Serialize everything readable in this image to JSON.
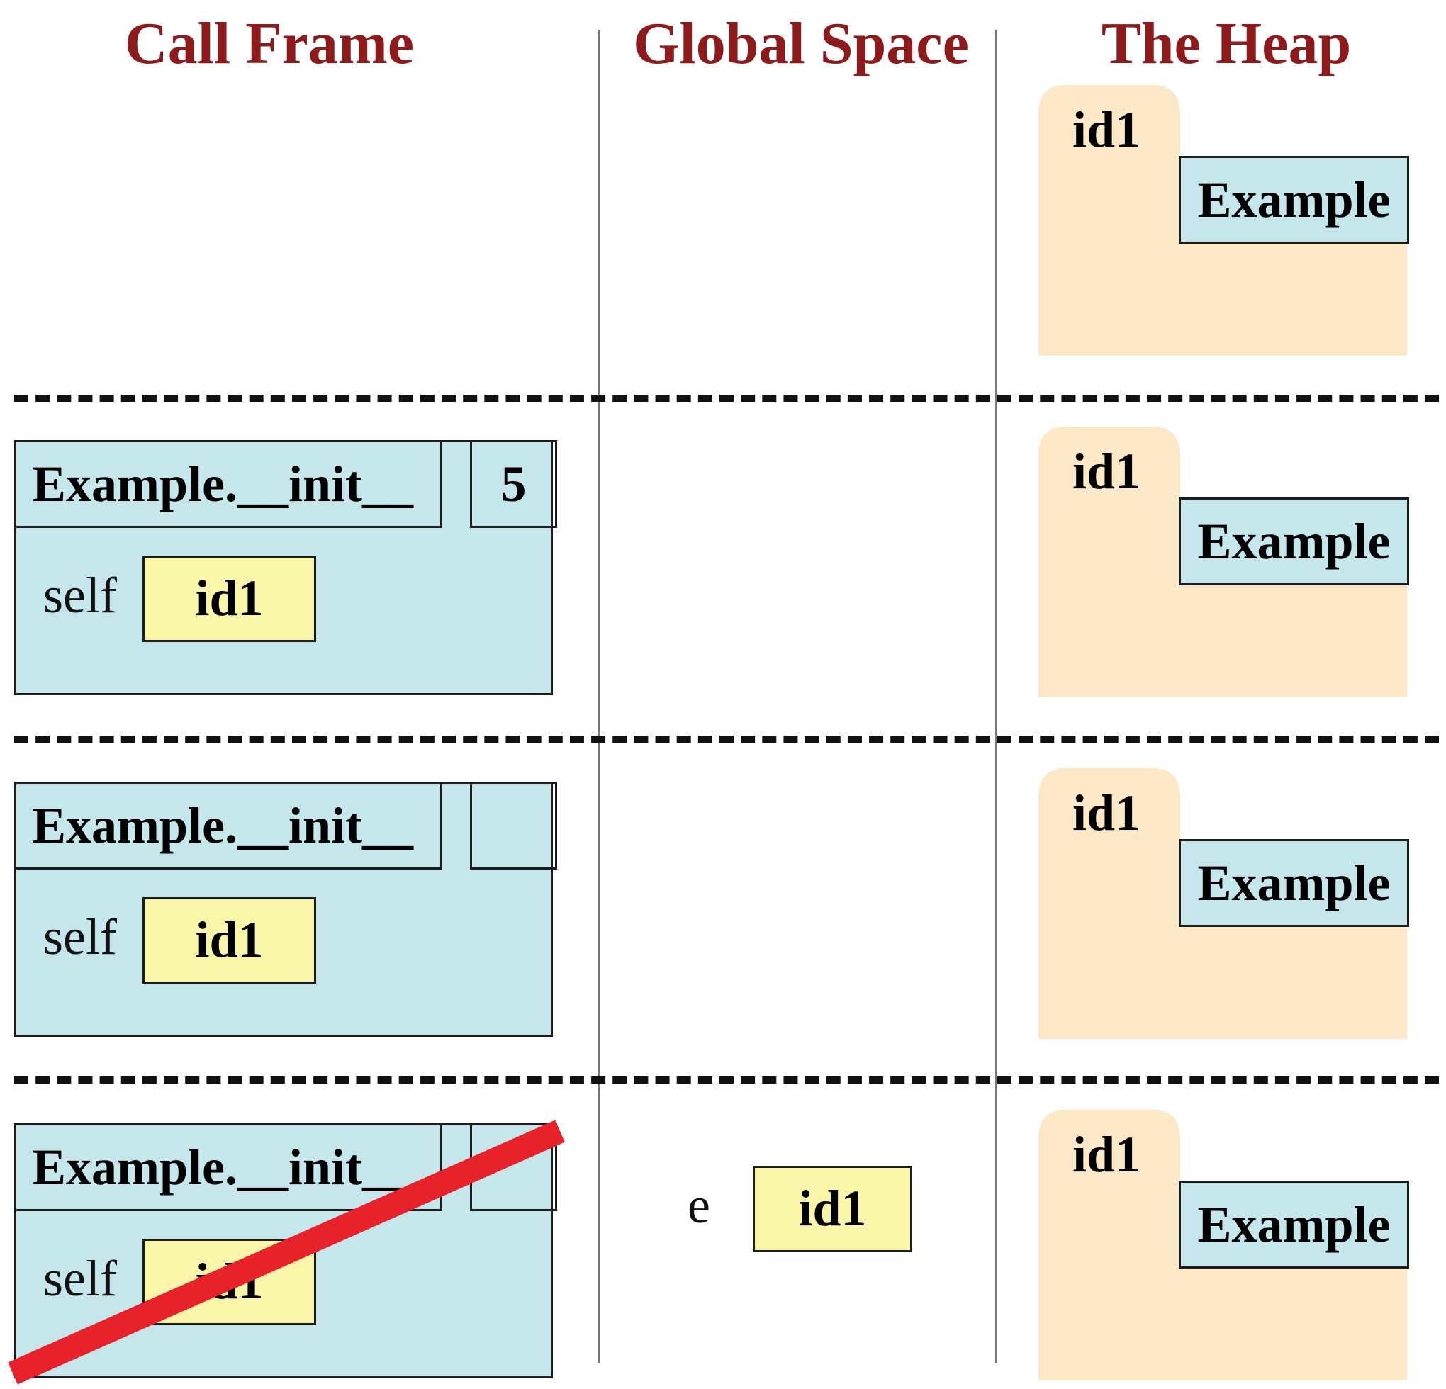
{
  "headers": {
    "call_frame": "Call Frame",
    "global_space": "Global Space",
    "heap": "The Heap"
  },
  "steps": [
    {
      "frame": null,
      "global": null,
      "heap": {
        "id": "id1",
        "class_name": "Example"
      }
    },
    {
      "frame": {
        "name": "Example.__init__",
        "counter": "5",
        "var_name": "self",
        "var_value": "id1",
        "erased": false
      },
      "global": null,
      "heap": {
        "id": "id1",
        "class_name": "Example"
      }
    },
    {
      "frame": {
        "name": "Example.__init__",
        "counter": "",
        "var_name": "self",
        "var_value": "id1",
        "erased": false
      },
      "global": null,
      "heap": {
        "id": "id1",
        "class_name": "Example"
      }
    },
    {
      "frame": {
        "name": "Example.__init__",
        "counter": "",
        "var_name": "self",
        "var_value": "id1",
        "erased": true
      },
      "global": {
        "var_name": "e",
        "var_value": "id1"
      },
      "heap": {
        "id": "id1",
        "class_name": "Example"
      }
    }
  ],
  "colors": {
    "header": "#8d1b1c",
    "frame_fill": "#c5e6eb",
    "value_box": "#f9f5a9",
    "heap_fill": "#fde8c7",
    "strike": "#e8222a"
  }
}
